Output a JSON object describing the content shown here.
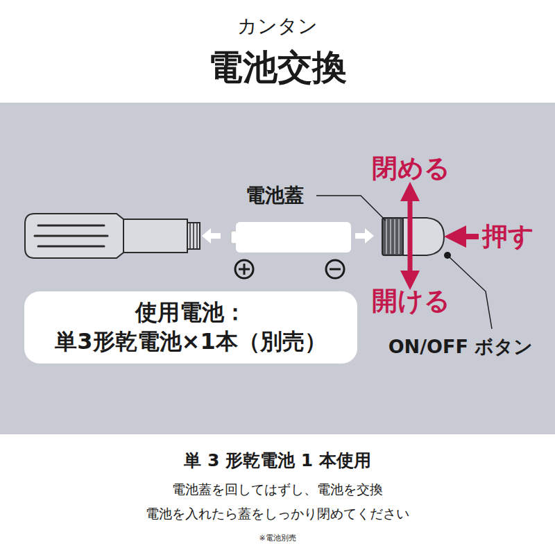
{
  "diagram": {
    "title": "電池交換",
    "nodes": [
      {
        "text": [
          "使用電池：",
          "単3形乾電池×1本（別売）"
        ]
      }
    ],
    "labels": [
      "カンタン",
      "閉める",
      "電池蓋",
      "押す",
      "開ける",
      "ON/OFF ボタン",
      "単 3 形乾電池 1 本使用",
      "電池蓋を回してはずし、電池を交換",
      "電池を入れたら蓋をしっかり閉めてください",
      "※電池別売"
    ]
  }
}
